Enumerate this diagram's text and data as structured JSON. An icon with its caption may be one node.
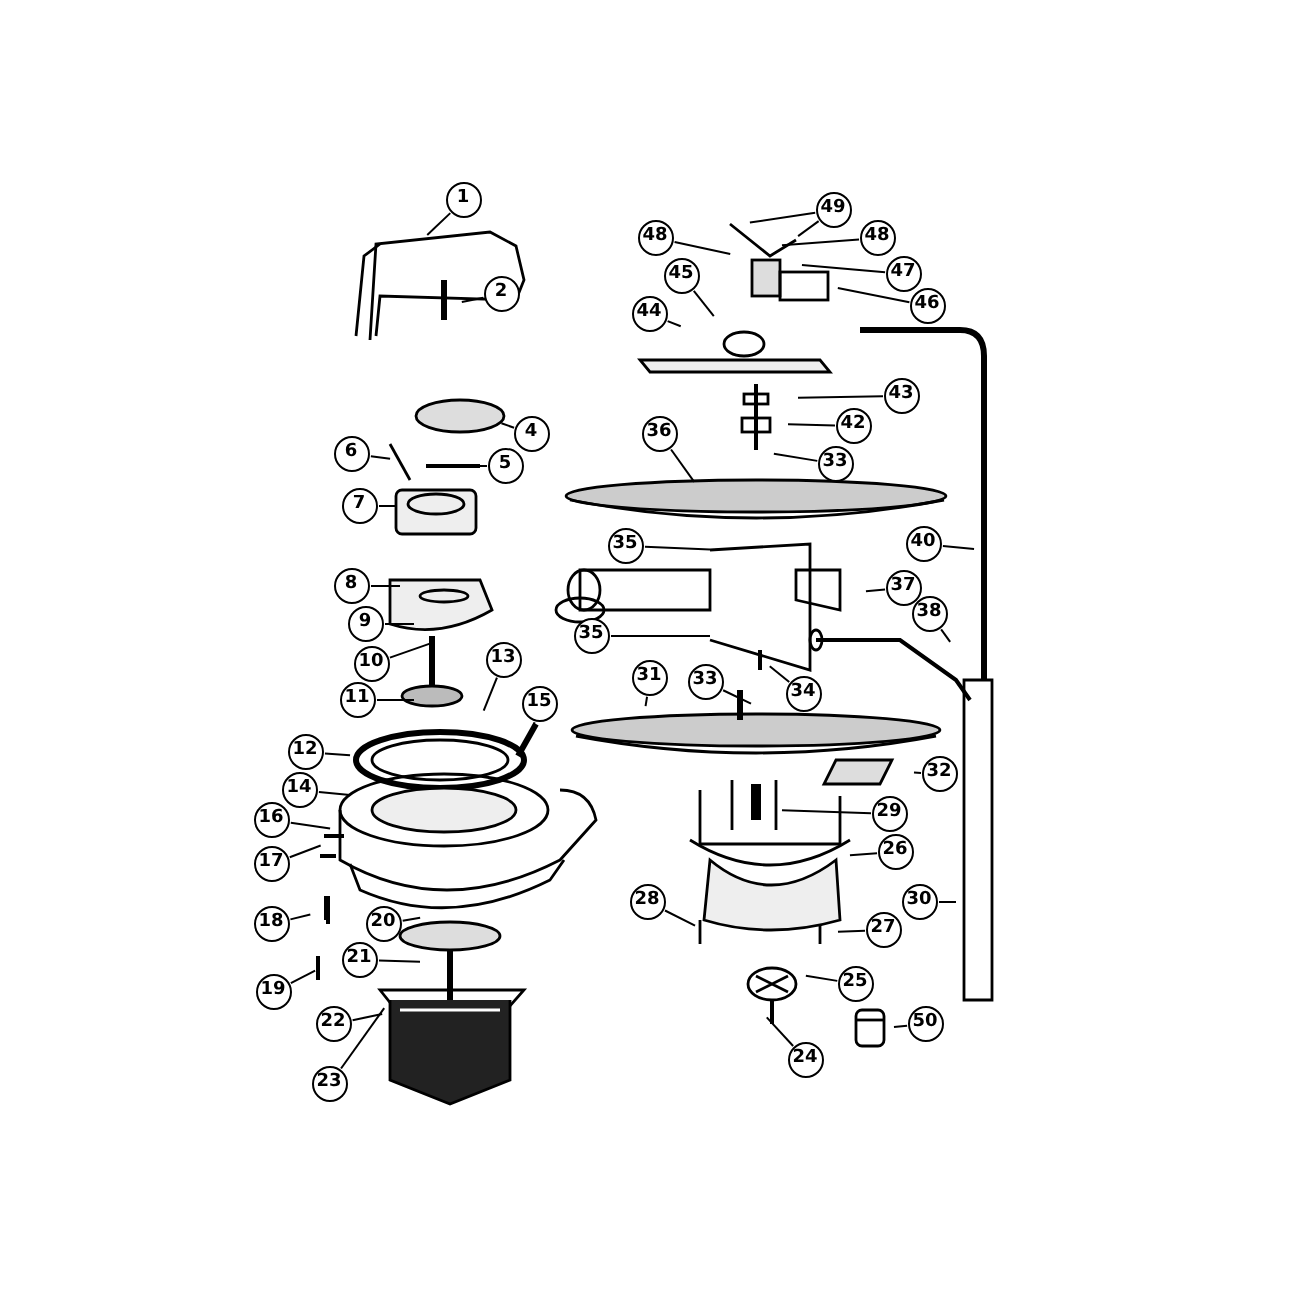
{
  "diagram": {
    "nodes": [
      {
        "text": [
          "1"
        ]
      },
      {
        "text": [
          "2"
        ]
      },
      {
        "text": [
          "4"
        ]
      },
      {
        "text": [
          "5"
        ]
      },
      {
        "text": [
          "6"
        ]
      },
      {
        "text": [
          "7"
        ]
      },
      {
        "text": [
          "8"
        ]
      },
      {
        "text": [
          "9"
        ]
      },
      {
        "text": [
          "10"
        ]
      },
      {
        "text": [
          "11"
        ]
      },
      {
        "text": [
          "12"
        ]
      },
      {
        "text": [
          "13"
        ]
      },
      {
        "text": [
          "14"
        ]
      },
      {
        "text": [
          "15"
        ]
      },
      {
        "text": [
          "16"
        ]
      },
      {
        "text": [
          "17"
        ]
      },
      {
        "text": [
          "18"
        ]
      },
      {
        "text": [
          "19"
        ]
      },
      {
        "text": [
          "20"
        ]
      },
      {
        "text": [
          "21"
        ]
      },
      {
        "text": [
          "22"
        ]
      },
      {
        "text": [
          "23"
        ]
      },
      {
        "text": [
          "49"
        ]
      },
      {
        "text": [
          "48"
        ]
      },
      {
        "text": [
          "48"
        ]
      },
      {
        "text": [
          "47"
        ]
      },
      {
        "text": [
          "46"
        ]
      },
      {
        "text": [
          "45"
        ]
      },
      {
        "text": [
          "44"
        ]
      },
      {
        "text": [
          "43"
        ]
      },
      {
        "text": [
          "42"
        ]
      },
      {
        "text": [
          "33"
        ]
      },
      {
        "text": [
          "36"
        ]
      },
      {
        "text": [
          "35"
        ]
      },
      {
        "text": [
          "40"
        ]
      },
      {
        "text": [
          "37"
        ]
      },
      {
        "text": [
          "38"
        ]
      },
      {
        "text": [
          "35"
        ]
      },
      {
        "text": [
          "34"
        ]
      },
      {
        "text": [
          "31"
        ]
      },
      {
        "text": [
          "33"
        ]
      },
      {
        "text": [
          "32"
        ]
      },
      {
        "text": [
          "29"
        ]
      },
      {
        "text": [
          "26"
        ]
      },
      {
        "text": [
          "28"
        ]
      },
      {
        "text": [
          "30"
        ]
      },
      {
        "text": [
          "27"
        ]
      },
      {
        "text": [
          "25"
        ]
      },
      {
        "text": [
          "24"
        ]
      },
      {
        "text": [
          "50"
        ]
      }
    ],
    "edges": [
      {
        "from": 0,
        "to": null,
        "arrow": "none"
      },
      {
        "from": 1,
        "to": null,
        "arrow": "none"
      },
      {
        "from": 2,
        "to": null,
        "arrow": "none"
      },
      {
        "from": 3,
        "to": null,
        "arrow": "none"
      },
      {
        "from": 4,
        "to": null,
        "arrow": "none"
      },
      {
        "from": 5,
        "to": null,
        "arrow": "none"
      },
      {
        "from": 6,
        "to": null,
        "arrow": "none"
      },
      {
        "from": 7,
        "to": null,
        "arrow": "none"
      },
      {
        "from": 8,
        "to": null,
        "arrow": "none"
      },
      {
        "from": 9,
        "to": null,
        "arrow": "none"
      },
      {
        "from": 10,
        "to": null,
        "arrow": "none"
      },
      {
        "from": 11,
        "to": null,
        "arrow": "none"
      },
      {
        "from": 12,
        "to": null,
        "arrow": "none"
      },
      {
        "from": 13,
        "to": null,
        "arrow": "none"
      },
      {
        "from": 14,
        "to": null,
        "arrow": "none"
      },
      {
        "from": 15,
        "to": null,
        "arrow": "none"
      },
      {
        "from": 16,
        "to": null,
        "arrow": "none"
      },
      {
        "from": 17,
        "to": null,
        "arrow": "none"
      },
      {
        "from": 18,
        "to": null,
        "arrow": "none"
      },
      {
        "from": 19,
        "to": null,
        "arrow": "none"
      },
      {
        "from": 20,
        "to": null,
        "arrow": "none"
      },
      {
        "from": 21,
        "to": null,
        "arrow": "none"
      },
      {
        "from": 22,
        "to": null,
        "arrow": "none"
      },
      {
        "from": 22,
        "to": null,
        "arrow": "none"
      },
      {
        "from": 23,
        "to": null,
        "arrow": "none"
      },
      {
        "from": 24,
        "to": null,
        "arrow": "none"
      },
      {
        "from": 25,
        "to": null,
        "arrow": "none"
      },
      {
        "from": 26,
        "to": null,
        "arrow": "none"
      },
      {
        "from": 27,
        "to": null,
        "arrow": "none"
      },
      {
        "from": 28,
        "to": null,
        "arrow": "none"
      },
      {
        "from": 29,
        "to": null,
        "arrow": "none"
      },
      {
        "from": 30,
        "to": null,
        "arrow": "none"
      },
      {
        "from": 31,
        "to": null,
        "arrow": "none"
      },
      {
        "from": 32,
        "to": null,
        "arrow": "none"
      },
      {
        "from": 33,
        "to": null,
        "arrow": "none"
      },
      {
        "from": 34,
        "to": null,
        "arrow": "none"
      },
      {
        "from": 35,
        "to": null,
        "arrow": "none"
      },
      {
        "from": 36,
        "to": null,
        "arrow": "none"
      },
      {
        "from": 37,
        "to": null,
        "arrow": "none"
      },
      {
        "from": 38,
        "to": null,
        "arrow": "none"
      },
      {
        "from": 39,
        "to": null,
        "arrow": "none"
      },
      {
        "from": 40,
        "to": null,
        "arrow": "none"
      },
      {
        "from": 41,
        "to": null,
        "arrow": "none"
      },
      {
        "from": 42,
        "to": null,
        "arrow": "none"
      },
      {
        "from": 43,
        "to": null,
        "arrow": "none"
      },
      {
        "from": 44,
        "to": null,
        "arrow": "none"
      },
      {
        "from": 45,
        "to": null,
        "arrow": "none"
      },
      {
        "from": 46,
        "to": null,
        "arrow": "none"
      },
      {
        "from": 47,
        "to": null,
        "arrow": "none"
      },
      {
        "from": 48,
        "to": null,
        "arrow": "none"
      },
      {
        "from": 49,
        "to": null,
        "arrow": "none"
      }
    ]
  }
}
